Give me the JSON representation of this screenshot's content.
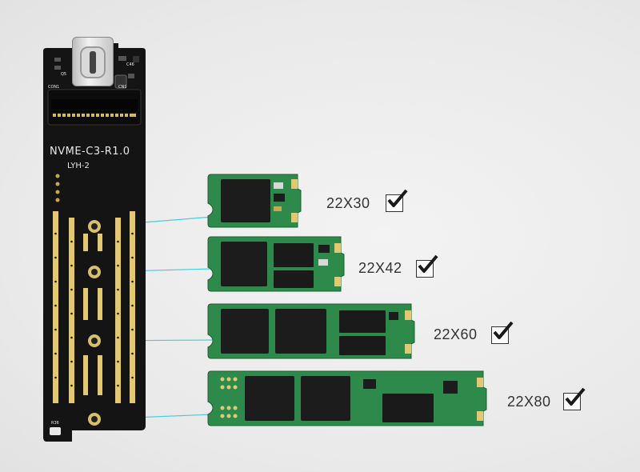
{
  "adapter": {
    "model_label": "NVME-C3-R1.0",
    "sub_label": "LYH-2",
    "tiny_labels": [
      "CON1",
      "R36",
      "C46",
      "Q5",
      "CN1"
    ]
  },
  "ssd_sizes": [
    {
      "label": "22X30",
      "checked": true
    },
    {
      "label": "22X42",
      "checked": true
    },
    {
      "label": "22X60",
      "checked": true
    },
    {
      "label": "22X80",
      "checked": true
    }
  ],
  "colors": {
    "pcb_black": "#141414",
    "gold_contact": "#e3c873",
    "ssd_green": "#2e8a4a",
    "chip_black": "#1c1c1c",
    "connector_line": "#4cc9d9"
  }
}
